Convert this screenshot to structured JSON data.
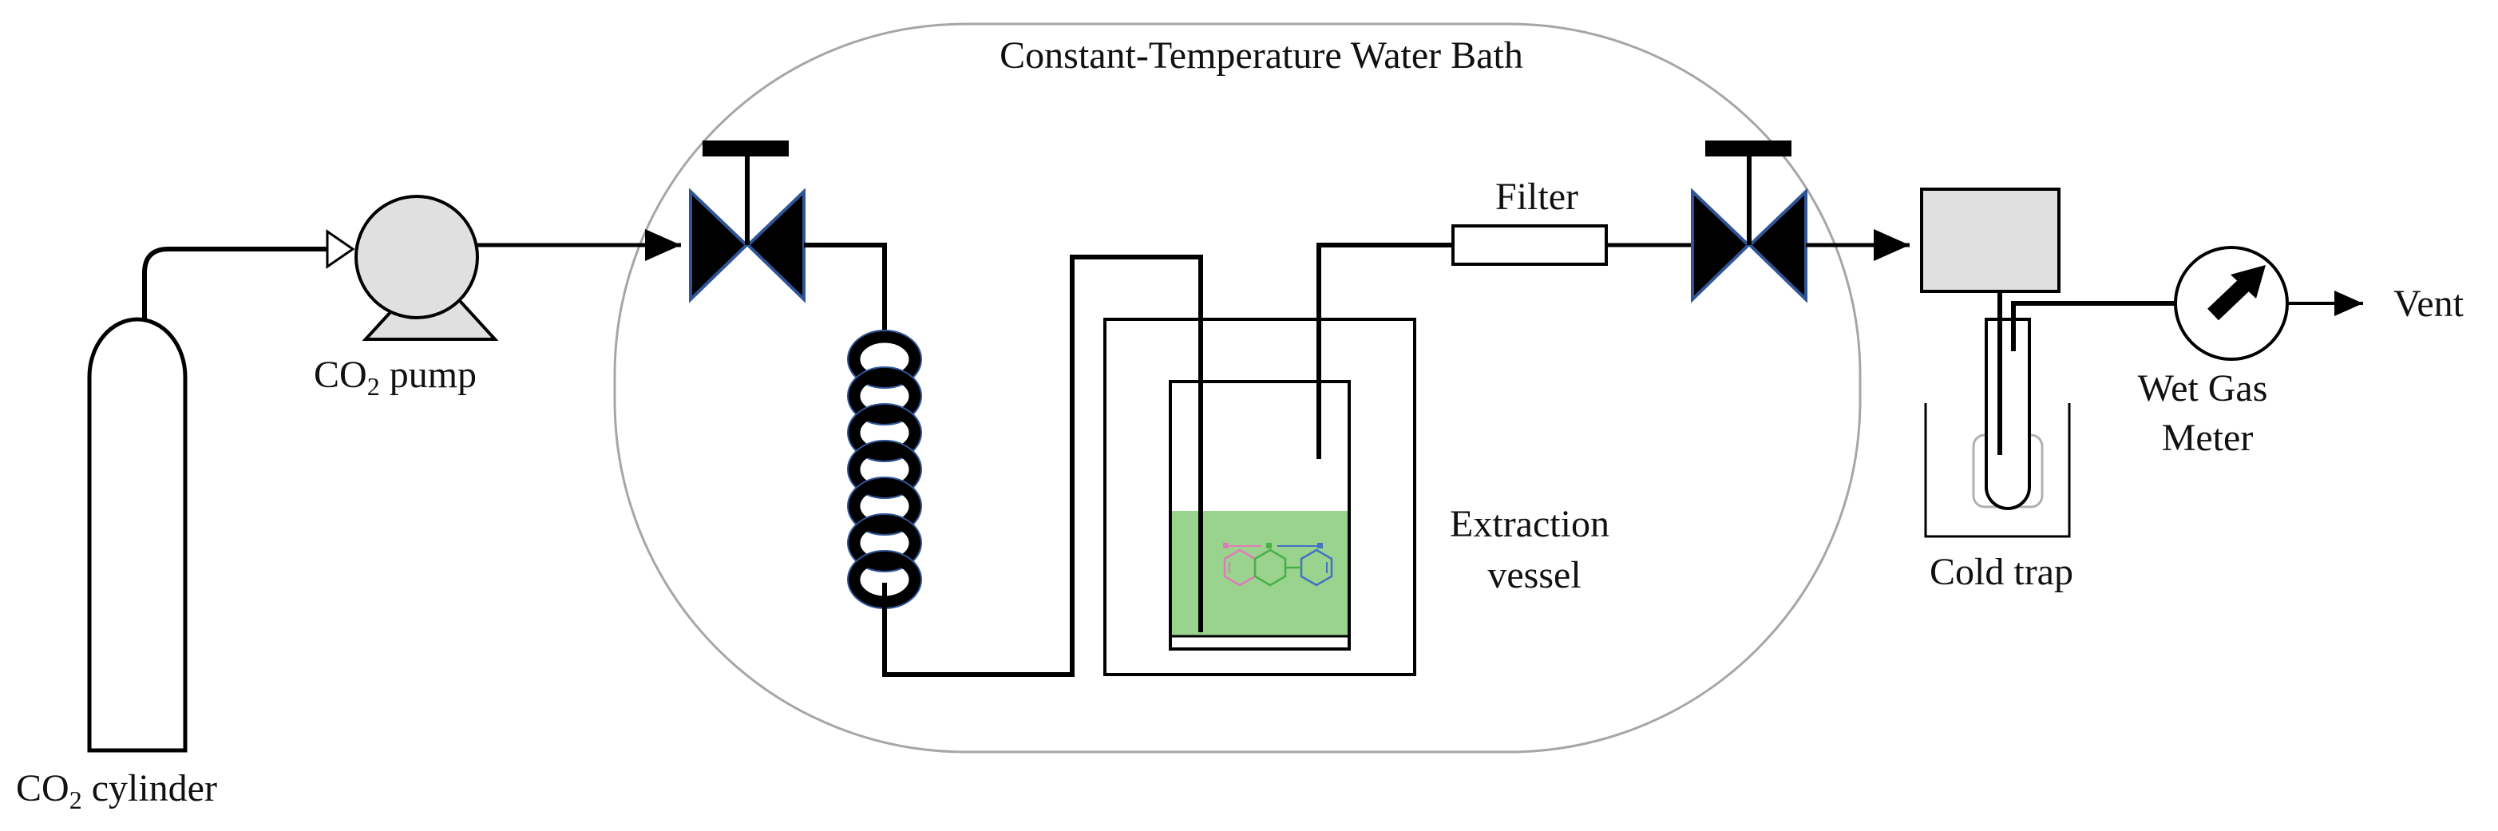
{
  "labels": {
    "water_bath": "Constant-Temperature Water Bath",
    "filter": "Filter",
    "vent": "Vent",
    "pump_prefix": "CO",
    "pump_subscript": "2",
    "pump_suffix": " pump",
    "cylinder_prefix": "CO",
    "cylinder_subscript": "2",
    "cylinder_suffix": " cylinder",
    "extraction_line1": "Extraction",
    "extraction_line2": "vessel",
    "cold_trap": "Cold trap",
    "meter_line1": "Wet Gas",
    "meter_line2": "Meter"
  },
  "colors": {
    "outline": "#000000",
    "bath_border": "#a6a6a6",
    "equipment_fill": "#e0e0e0",
    "liquid_fill": "#9ad38e",
    "valve_edge": "#2f5597",
    "coil_edge": "#2f5597",
    "molecule_pink": "#e07bb8",
    "molecule_green": "#48b04a",
    "molecule_blue": "#4472c4"
  }
}
